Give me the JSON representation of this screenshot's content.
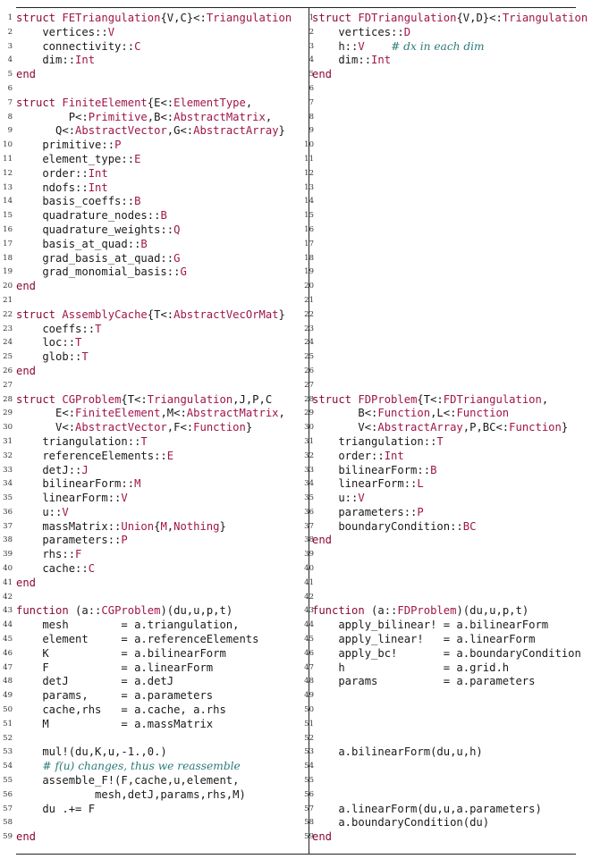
{
  "left_lines": [
    {
      "n": "1",
      "segs": [
        [
          "kw",
          "struct "
        ],
        [
          "ty",
          "FETriangulation"
        ],
        [
          "",
          "{V,C}<:"
        ],
        [
          "ty",
          "Triangulation"
        ]
      ]
    },
    {
      "n": "2",
      "segs": [
        [
          "",
          "    vertices::"
        ],
        [
          "ty",
          "V"
        ]
      ]
    },
    {
      "n": "3",
      "segs": [
        [
          "",
          "    connectivity::"
        ],
        [
          "ty",
          "C"
        ]
      ]
    },
    {
      "n": "4",
      "segs": [
        [
          "",
          "    dim::"
        ],
        [
          "ty",
          "Int"
        ]
      ]
    },
    {
      "n": "5",
      "segs": [
        [
          "kw",
          "end"
        ]
      ]
    },
    {
      "n": "6",
      "segs": []
    },
    {
      "n": "7",
      "segs": [
        [
          "kw",
          "struct "
        ],
        [
          "ty",
          "FiniteElement"
        ],
        [
          "",
          "{E<:"
        ],
        [
          "ty",
          "ElementType"
        ],
        [
          "",
          ","
        ]
      ]
    },
    {
      "n": "8",
      "segs": [
        [
          "",
          "        P<:"
        ],
        [
          "ty",
          "Primitive"
        ],
        [
          "",
          ",B<:"
        ],
        [
          "ty",
          "AbstractMatrix"
        ],
        [
          "",
          ","
        ]
      ]
    },
    {
      "n": "9",
      "segs": [
        [
          "",
          "      Q<:"
        ],
        [
          "ty",
          "AbstractVector"
        ],
        [
          "",
          ",G<:"
        ],
        [
          "ty",
          "AbstractArray"
        ],
        [
          "",
          "}"
        ]
      ]
    },
    {
      "n": "10",
      "segs": [
        [
          "",
          "    primitive::"
        ],
        [
          "ty",
          "P"
        ]
      ]
    },
    {
      "n": "11",
      "segs": [
        [
          "",
          "    element_type::"
        ],
        [
          "ty",
          "E"
        ]
      ]
    },
    {
      "n": "12",
      "segs": [
        [
          "",
          "    order::"
        ],
        [
          "ty",
          "Int"
        ]
      ]
    },
    {
      "n": "13",
      "segs": [
        [
          "",
          "    ndofs::"
        ],
        [
          "ty",
          "Int"
        ]
      ]
    },
    {
      "n": "14",
      "segs": [
        [
          "",
          "    basis_coeffs::"
        ],
        [
          "ty",
          "B"
        ]
      ]
    },
    {
      "n": "15",
      "segs": [
        [
          "",
          "    quadrature_nodes::"
        ],
        [
          "ty",
          "B"
        ]
      ]
    },
    {
      "n": "16",
      "segs": [
        [
          "",
          "    quadrature_weights::"
        ],
        [
          "ty",
          "Q"
        ]
      ]
    },
    {
      "n": "17",
      "segs": [
        [
          "",
          "    basis_at_quad::"
        ],
        [
          "ty",
          "B"
        ]
      ]
    },
    {
      "n": "18",
      "segs": [
        [
          "",
          "    grad_basis_at_quad::"
        ],
        [
          "ty",
          "G"
        ]
      ]
    },
    {
      "n": "19",
      "segs": [
        [
          "",
          "    grad_monomial_basis::"
        ],
        [
          "ty",
          "G"
        ]
      ]
    },
    {
      "n": "20",
      "segs": [
        [
          "kw",
          "end"
        ]
      ]
    },
    {
      "n": "21",
      "segs": []
    },
    {
      "n": "22",
      "segs": [
        [
          "kw",
          "struct "
        ],
        [
          "ty",
          "AssemblyCache"
        ],
        [
          "",
          "{T<:"
        ],
        [
          "ty",
          "AbstractVecOrMat"
        ],
        [
          "",
          "}"
        ]
      ]
    },
    {
      "n": "23",
      "segs": [
        [
          "",
          "    coeffs::"
        ],
        [
          "ty",
          "T"
        ]
      ]
    },
    {
      "n": "24",
      "segs": [
        [
          "",
          "    loc::"
        ],
        [
          "ty",
          "T"
        ]
      ]
    },
    {
      "n": "25",
      "segs": [
        [
          "",
          "    glob::"
        ],
        [
          "ty",
          "T"
        ]
      ]
    },
    {
      "n": "26",
      "segs": [
        [
          "kw",
          "end"
        ]
      ]
    },
    {
      "n": "27",
      "segs": []
    },
    {
      "n": "28",
      "segs": [
        [
          "kw",
          "struct "
        ],
        [
          "ty",
          "CGProblem"
        ],
        [
          "",
          "{T<:"
        ],
        [
          "ty",
          "Triangulation"
        ],
        [
          "",
          ",J,P,C"
        ]
      ]
    },
    {
      "n": "29",
      "segs": [
        [
          "",
          "      E<:"
        ],
        [
          "ty",
          "FiniteElement"
        ],
        [
          "",
          ",M<:"
        ],
        [
          "ty",
          "AbstractMatrix"
        ],
        [
          "",
          ","
        ]
      ]
    },
    {
      "n": "30",
      "segs": [
        [
          "",
          "      V<:"
        ],
        [
          "ty",
          "AbstractVector"
        ],
        [
          "",
          ",F<:"
        ],
        [
          "ty",
          "Function"
        ],
        [
          "",
          "}"
        ]
      ]
    },
    {
      "n": "31",
      "segs": [
        [
          "",
          "    triangulation::"
        ],
        [
          "ty",
          "T"
        ]
      ]
    },
    {
      "n": "32",
      "segs": [
        [
          "",
          "    referenceElements::"
        ],
        [
          "ty",
          "E"
        ]
      ]
    },
    {
      "n": "33",
      "segs": [
        [
          "",
          "    detJ::"
        ],
        [
          "ty",
          "J"
        ]
      ]
    },
    {
      "n": "34",
      "segs": [
        [
          "",
          "    bilinearForm::"
        ],
        [
          "ty",
          "M"
        ]
      ]
    },
    {
      "n": "35",
      "segs": [
        [
          "",
          "    linearForm::"
        ],
        [
          "ty",
          "V"
        ]
      ]
    },
    {
      "n": "36",
      "segs": [
        [
          "",
          "    u::"
        ],
        [
          "ty",
          "V"
        ]
      ]
    },
    {
      "n": "37",
      "segs": [
        [
          "",
          "    massMatrix::"
        ],
        [
          "ty",
          "Union"
        ],
        [
          "",
          "{"
        ],
        [
          "ty",
          "M"
        ],
        [
          "",
          ","
        ],
        [
          "ty",
          "Nothing"
        ],
        [
          "",
          "}"
        ]
      ]
    },
    {
      "n": "38",
      "segs": [
        [
          "",
          "    parameters::"
        ],
        [
          "ty",
          "P"
        ]
      ]
    },
    {
      "n": "39",
      "segs": [
        [
          "",
          "    rhs::"
        ],
        [
          "ty",
          "F"
        ]
      ]
    },
    {
      "n": "40",
      "segs": [
        [
          "",
          "    cache::"
        ],
        [
          "ty",
          "C"
        ]
      ]
    },
    {
      "n": "41",
      "segs": [
        [
          "kw",
          "end"
        ]
      ]
    },
    {
      "n": "42",
      "segs": []
    },
    {
      "n": "43",
      "segs": [
        [
          "kw",
          "function "
        ],
        [
          "",
          "(a::"
        ],
        [
          "ty",
          "CGProblem"
        ],
        [
          "",
          ")(du,u,p,t)"
        ]
      ]
    },
    {
      "n": "44",
      "segs": [
        [
          "",
          "    mesh        = a.triangulation,"
        ]
      ]
    },
    {
      "n": "45",
      "segs": [
        [
          "",
          "    element     = a.referenceElements"
        ]
      ]
    },
    {
      "n": "46",
      "segs": [
        [
          "",
          "    K           = a.bilinearForm"
        ]
      ]
    },
    {
      "n": "47",
      "segs": [
        [
          "",
          "    F           = a.linearForm"
        ]
      ]
    },
    {
      "n": "48",
      "segs": [
        [
          "",
          "    detJ        = a.detJ"
        ]
      ]
    },
    {
      "n": "49",
      "segs": [
        [
          "",
          "    params,     = a.parameters"
        ]
      ]
    },
    {
      "n": "50",
      "segs": [
        [
          "",
          "    cache,rhs   = a.cache, a.rhs"
        ]
      ]
    },
    {
      "n": "51",
      "segs": [
        [
          "",
          "    M           = a.massMatrix"
        ]
      ]
    },
    {
      "n": "52",
      "segs": []
    },
    {
      "n": "53",
      "segs": [
        [
          "",
          "    mul!(du,K,u,-1.,0.)"
        ]
      ]
    },
    {
      "n": "54",
      "segs": [
        [
          "",
          "    "
        ],
        [
          "cm",
          "# f(u) changes, thus we reassemble"
        ]
      ]
    },
    {
      "n": "55",
      "segs": [
        [
          "",
          "    assemble_F!(F,cache,u,element,"
        ]
      ]
    },
    {
      "n": "56",
      "segs": [
        [
          "",
          "            mesh,detJ,params,rhs,M)"
        ]
      ]
    },
    {
      "n": "57",
      "segs": [
        [
          "",
          "    du .+= F"
        ]
      ]
    },
    {
      "n": "58",
      "segs": []
    },
    {
      "n": "59",
      "segs": [
        [
          "kw",
          "end"
        ]
      ]
    }
  ],
  "right_lines": [
    {
      "n": "1",
      "segs": [
        [
          "kw",
          "struct "
        ],
        [
          "ty",
          "FDTriangulation"
        ],
        [
          "",
          "{V,D}<:"
        ],
        [
          "ty",
          "Triangulation"
        ]
      ]
    },
    {
      "n": "2",
      "segs": [
        [
          "",
          "    vertices::"
        ],
        [
          "ty",
          "D"
        ]
      ]
    },
    {
      "n": "3",
      "segs": [
        [
          "",
          "    h::"
        ],
        [
          "ty",
          "V"
        ],
        [
          "",
          "    "
        ],
        [
          "cm",
          "# dx in each dim"
        ]
      ]
    },
    {
      "n": "4",
      "segs": [
        [
          "",
          "    dim::"
        ],
        [
          "ty",
          "Int"
        ]
      ]
    },
    {
      "n": "5",
      "segs": [
        [
          "kw",
          "end"
        ]
      ]
    },
    {
      "n": "6",
      "segs": []
    },
    {
      "n": "7",
      "segs": []
    },
    {
      "n": "8",
      "segs": []
    },
    {
      "n": "9",
      "segs": []
    },
    {
      "n": "10",
      "segs": []
    },
    {
      "n": "11",
      "segs": []
    },
    {
      "n": "12",
      "segs": []
    },
    {
      "n": "13",
      "segs": []
    },
    {
      "n": "14",
      "segs": []
    },
    {
      "n": "15",
      "segs": []
    },
    {
      "n": "16",
      "segs": []
    },
    {
      "n": "17",
      "segs": []
    },
    {
      "n": "18",
      "segs": []
    },
    {
      "n": "19",
      "segs": []
    },
    {
      "n": "20",
      "segs": []
    },
    {
      "n": "21",
      "segs": []
    },
    {
      "n": "22",
      "segs": []
    },
    {
      "n": "23",
      "segs": []
    },
    {
      "n": "24",
      "segs": []
    },
    {
      "n": "25",
      "segs": []
    },
    {
      "n": "26",
      "segs": []
    },
    {
      "n": "27",
      "segs": []
    },
    {
      "n": "28",
      "segs": [
        [
          "kw",
          "struct "
        ],
        [
          "ty",
          "FDProblem"
        ],
        [
          "",
          "{T<:"
        ],
        [
          "ty",
          "FDTriangulation"
        ],
        [
          "",
          ","
        ]
      ]
    },
    {
      "n": "29",
      "segs": [
        [
          "",
          "       B<:"
        ],
        [
          "ty",
          "Function"
        ],
        [
          "",
          ",L<:"
        ],
        [
          "ty",
          "Function"
        ]
      ]
    },
    {
      "n": "30",
      "segs": [
        [
          "",
          "       V<:"
        ],
        [
          "ty",
          "AbstractArray"
        ],
        [
          "",
          ",P,BC<:"
        ],
        [
          "ty",
          "Function"
        ],
        [
          "",
          "}"
        ]
      ]
    },
    {
      "n": "31",
      "segs": [
        [
          "",
          "    triangulation::"
        ],
        [
          "ty",
          "T"
        ]
      ]
    },
    {
      "n": "32",
      "segs": [
        [
          "",
          "    order::"
        ],
        [
          "ty",
          "Int"
        ]
      ]
    },
    {
      "n": "33",
      "segs": [
        [
          "",
          "    bilinearForm::"
        ],
        [
          "ty",
          "B"
        ]
      ]
    },
    {
      "n": "34",
      "segs": [
        [
          "",
          "    linearForm::"
        ],
        [
          "ty",
          "L"
        ]
      ]
    },
    {
      "n": "35",
      "segs": [
        [
          "",
          "    u::"
        ],
        [
          "ty",
          "V"
        ]
      ]
    },
    {
      "n": "36",
      "segs": [
        [
          "",
          "    parameters::"
        ],
        [
          "ty",
          "P"
        ]
      ]
    },
    {
      "n": "37",
      "segs": [
        [
          "",
          "    boundaryCondition::"
        ],
        [
          "ty",
          "BC"
        ]
      ]
    },
    {
      "n": "38",
      "segs": [
        [
          "kw",
          "end"
        ]
      ]
    },
    {
      "n": "39",
      "segs": []
    },
    {
      "n": "40",
      "segs": []
    },
    {
      "n": "41",
      "segs": []
    },
    {
      "n": "42",
      "segs": []
    },
    {
      "n": "43",
      "segs": [
        [
          "kw",
          "function "
        ],
        [
          "",
          "(a::"
        ],
        [
          "ty",
          "FDProblem"
        ],
        [
          "",
          ")(du,u,p,t)"
        ]
      ]
    },
    {
      "n": "44",
      "segs": [
        [
          "",
          "    apply_bilinear! = a.bilinearForm"
        ]
      ]
    },
    {
      "n": "45",
      "segs": [
        [
          "",
          "    apply_linear!   = a.linearForm"
        ]
      ]
    },
    {
      "n": "46",
      "segs": [
        [
          "",
          "    apply_bc!       = a.boundaryCondition"
        ]
      ]
    },
    {
      "n": "47",
      "segs": [
        [
          "",
          "    h               = a.grid.h"
        ]
      ]
    },
    {
      "n": "48",
      "segs": [
        [
          "",
          "    params          = a.parameters"
        ]
      ]
    },
    {
      "n": "49",
      "segs": []
    },
    {
      "n": "50",
      "segs": []
    },
    {
      "n": "51",
      "segs": []
    },
    {
      "n": "52",
      "segs": []
    },
    {
      "n": "53",
      "segs": [
        [
          "",
          "    a.bilinearForm(du,u,h)"
        ]
      ]
    },
    {
      "n": "54",
      "segs": []
    },
    {
      "n": "55",
      "segs": []
    },
    {
      "n": "56",
      "segs": []
    },
    {
      "n": "57",
      "segs": [
        [
          "",
          "    a.linearForm(du,u,a.parameters)"
        ]
      ]
    },
    {
      "n": "58",
      "segs": [
        [
          "",
          "    a.boundaryCondition(du)"
        ]
      ]
    },
    {
      "n": "59",
      "segs": [
        [
          "kw",
          "end"
        ]
      ]
    }
  ]
}
